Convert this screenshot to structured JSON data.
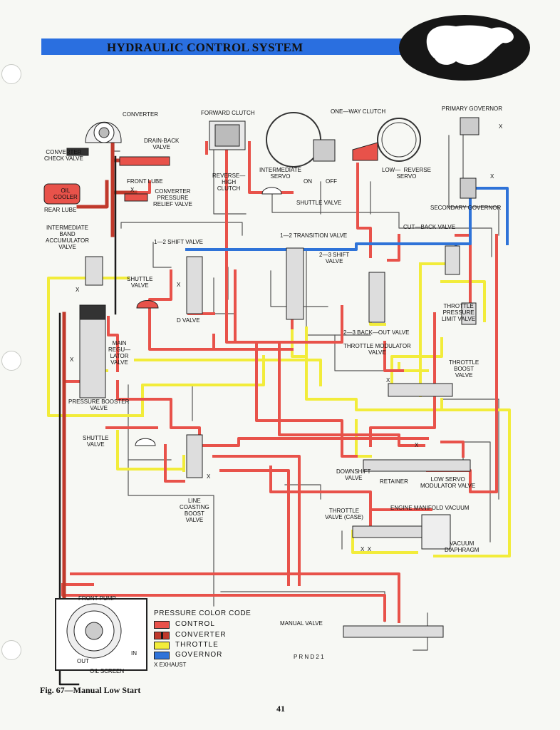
{
  "header": {
    "title": "HYDRAULIC CONTROL SYSTEM"
  },
  "labels": {
    "converter": "CONVERTER",
    "forward_clutch": "FORWARD CLUTCH",
    "one_way_clutch": "ONE—WAY CLUTCH",
    "primary_governor": "PRIMARY GOVERNOR",
    "drain_back_valve": "DRAIN-BACK\nVALVE",
    "converter_check_valve": "CONVERTER\nCHECK VALVE",
    "front_lube": "FRONT LUBE",
    "oil_cooler": "OIL\nCOOLER",
    "rear_lube": "REAR LUBE",
    "converter_pressure_relief_valve": "CONVERTER\nPRESSURE\nRELIEF VALVE",
    "reverse_high_clutch": "REVERSE—\nHIGH\nCLUTCH",
    "intermediate_servo": "INTERMEDIATE\nSERVO",
    "on": "ON",
    "off": "OFF",
    "low_reverse_servo": "LOW—  REVERSE\nSERVO",
    "shuttle_valve_top": "SHUTTLE VALVE",
    "secondary_governor": "SECONDARY GOVERNOR",
    "intermediate_band_accumulator_valve": "INTERMEDIATE\nBAND\nACCUMULATOR\nVALVE",
    "shift_valve_12": "1—2 SHIFT VALVE",
    "transition_valve_12": "1—2 TRANSITION VALVE",
    "cut_back_valve": "CUT—BACK VALVE",
    "shift_valve_23": "2—3 SHIFT\nVALVE",
    "shuttle_valve_left": "SHUTTLE\nVALVE",
    "d_valve": "D VALVE",
    "throttle_pressure_limit_valve": "THROTTLE\nPRESSURE\nLIMIT VALVE",
    "backout_valve_23": "2—3 BACK—OUT VALVE",
    "throttle_modulator_valve": "THROTTLE MODULATOR\nVALVE",
    "main_regulator_valve": "MAIN\nREGU—\nLATOR\nVALVE",
    "throttle_boost_valve": "THROTTLE\nBOOST\nVALVE",
    "pressure_booster_valve": "PRESSURE BOOSTER\nVALVE",
    "shuttle_valve_lower": "SHUTTLE\nVALVE",
    "downshift_valve": "DOWNSHIFT\nVALVE",
    "retainer": "RETAINER",
    "low_servo_modulator_valve": "LOW SERVO\nMODULATOR VALVE",
    "line_coasting_boost_valve": "LINE\nCOASTING\nBOOST\nVALVE",
    "throttle_valve_case": "THROTTLE\nVALVE (CASE)",
    "engine_manifold_vacuum": "ENGINE MANIFOLD VACUUM",
    "vacuum_diaphragm": "VACUUM\nDIAPHRAGM",
    "front_pump": "FRONT PUMP",
    "out": "OUT",
    "in": "IN",
    "oil_screen": "OIL SCREEN",
    "manual_valve": "MANUAL VALVE",
    "gear_positions": "P R N D 2 1",
    "x_mark": "X",
    "xx_mark": "X  X"
  },
  "legend": {
    "title": "PRESSURE COLOR CODE",
    "items": [
      {
        "label": "CONTROL",
        "color": "#e8524a"
      },
      {
        "label": "CONVERTER",
        "color": "#c0392b"
      },
      {
        "label": "THROTTLE",
        "color": "#f2ec3a"
      },
      {
        "label": "GOVERNOR",
        "color": "#2f73d8"
      }
    ],
    "exhaust": "X  EXHAUST"
  },
  "caption": "Fig. 67—Manual Low Start",
  "page_number": "41",
  "colors": {
    "control": "#e8524a",
    "throttle": "#f2ec3a",
    "governor": "#2f73d8",
    "converter": "#c0392b",
    "line": "#555555",
    "banner": "#2a6fe0"
  }
}
